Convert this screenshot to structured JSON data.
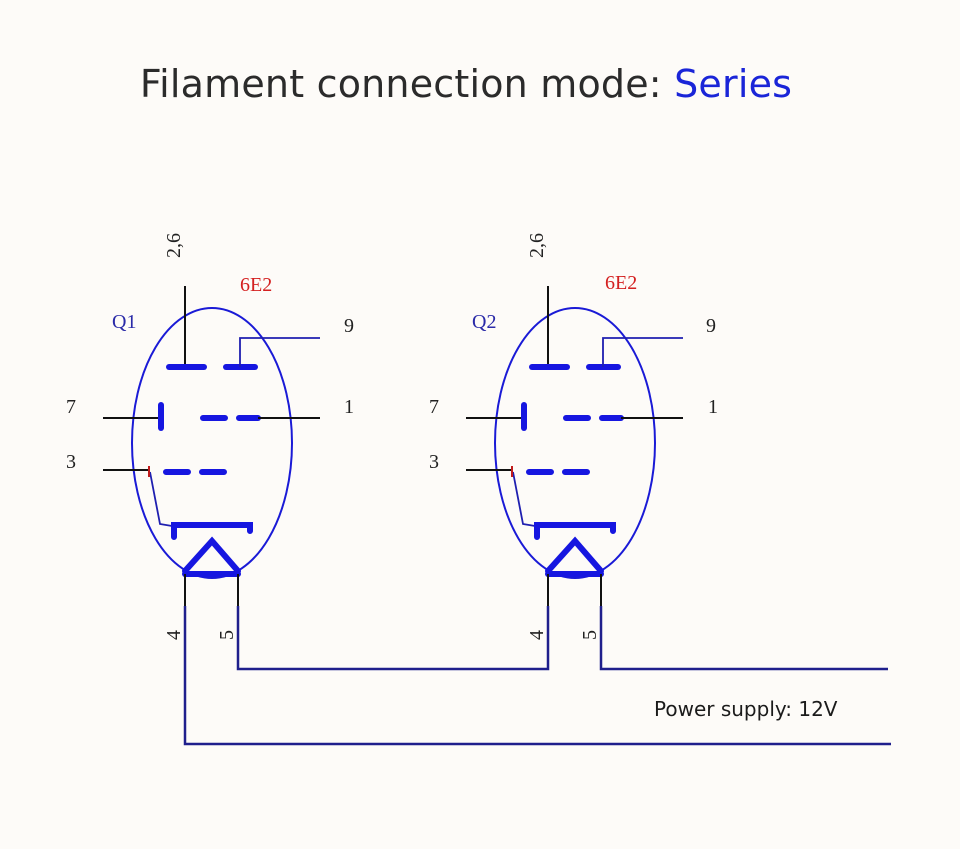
{
  "heading": {
    "prefix": "Filament connection mode: ",
    "mode": "Series"
  },
  "colors": {
    "mode_accent": "#1a25d8",
    "tube_outline": "#1a1ad6",
    "tube_type": "#d42020",
    "wire": "#1f1f8c"
  },
  "tubes": [
    {
      "label": "Q1",
      "type": "6E2",
      "pins": {
        "top": "2,6",
        "right_upper": "9",
        "right_middle": "1",
        "left_upper": "7",
        "left_lower": "3",
        "bottom_left": "4",
        "bottom_right": "5"
      }
    },
    {
      "label": "Q2",
      "type": "6E2",
      "pins": {
        "top": "2,6",
        "right_upper": "9",
        "right_middle": "1",
        "left_upper": "7",
        "left_lower": "3",
        "bottom_left": "4",
        "bottom_right": "5"
      }
    }
  ],
  "power_supply": "Power supply: 12V"
}
